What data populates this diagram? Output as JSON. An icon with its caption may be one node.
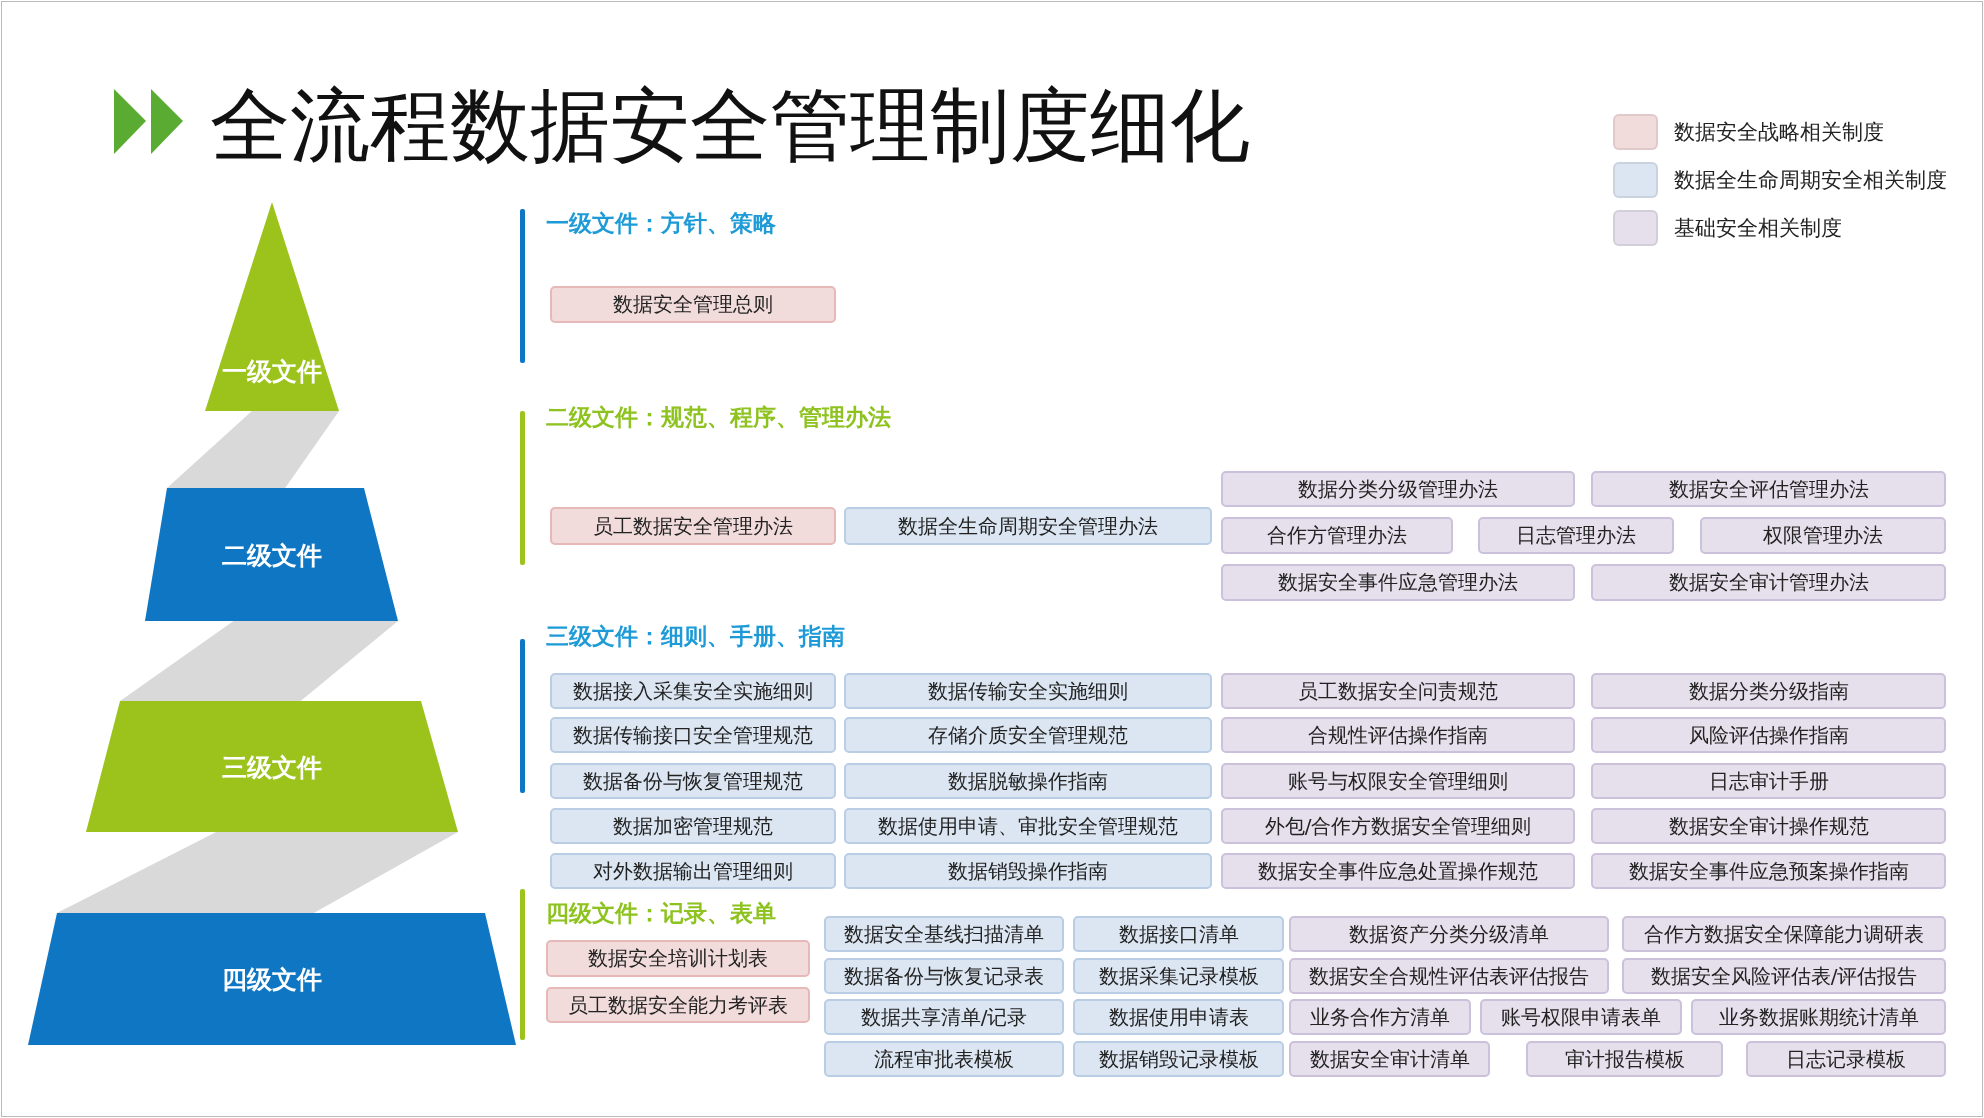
{
  "diagram": {
    "title": "全流程数据安全管理制度细化",
    "nodes": [
      {
        "text": [
          "一级文件"
        ]
      },
      {
        "text": [
          "二级文件"
        ]
      },
      {
        "text": [
          "三级文件"
        ]
      },
      {
        "text": [
          "四级文件"
        ]
      },
      {
        "text": [
          "数据安全管理总则"
        ]
      },
      {
        "text": [
          "员工数据安全管理办法"
        ]
      },
      {
        "text": [
          "数据全生命周期安全管理办法"
        ]
      },
      {
        "text": [
          "数据分类分级管理办法"
        ]
      },
      {
        "text": [
          "数据安全评估管理办法"
        ]
      },
      {
        "text": [
          "合作方管理办法"
        ]
      },
      {
        "text": [
          "日志管理办法"
        ]
      },
      {
        "text": [
          "权限管理办法"
        ]
      },
      {
        "text": [
          "数据安全事件应急管理办法"
        ]
      },
      {
        "text": [
          "数据安全审计管理办法"
        ]
      },
      {
        "text": [
          "数据接入采集安全实施细则"
        ]
      },
      {
        "text": [
          "数据传输安全实施细则"
        ]
      },
      {
        "text": [
          "员工数据安全问责规范"
        ]
      },
      {
        "text": [
          "数据分类分级指南"
        ]
      },
      {
        "text": [
          "数据传输接口安全管理规范"
        ]
      },
      {
        "text": [
          "存储介质安全管理规范"
        ]
      },
      {
        "text": [
          "合规性评估操作指南"
        ]
      },
      {
        "text": [
          "风险评估操作指南"
        ]
      },
      {
        "text": [
          "数据备份与恢复管理规范"
        ]
      },
      {
        "text": [
          "数据脱敏操作指南"
        ]
      },
      {
        "text": [
          "账号与权限安全管理细则"
        ]
      },
      {
        "text": [
          "日志审计手册"
        ]
      },
      {
        "text": [
          "数据加密管理规范"
        ]
      },
      {
        "text": [
          "数据使用申请、审批安全管理规范"
        ]
      },
      {
        "text": [
          "外包/合作方数据安全管理细则"
        ]
      },
      {
        "text": [
          "数据安全审计操作规范"
        ]
      },
      {
        "text": [
          "对外数据输出管理细则"
        ]
      },
      {
        "text": [
          "数据销毁操作指南"
        ]
      },
      {
        "text": [
          "数据安全事件应急处置操作规范"
        ]
      },
      {
        "text": [
          "数据安全事件应急预案操作指南"
        ]
      },
      {
        "text": [
          "数据安全培训计划表"
        ]
      },
      {
        "text": [
          "员工数据安全能力考评表"
        ]
      },
      {
        "text": [
          "数据安全基线扫描清单"
        ]
      },
      {
        "text": [
          "数据接口清单"
        ]
      },
      {
        "text": [
          "数据资产分类分级清单"
        ]
      },
      {
        "text": [
          "合作方数据安全保障能力调研表"
        ]
      },
      {
        "text": [
          "数据备份与恢复记录表"
        ]
      },
      {
        "text": [
          "数据采集记录模板"
        ]
      },
      {
        "text": [
          "数据安全合规性评估表评估报告"
        ]
      },
      {
        "text": [
          "数据安全风险评估表/评估报告"
        ]
      },
      {
        "text": [
          "数据共享清单/记录"
        ]
      },
      {
        "text": [
          "数据使用申请表"
        ]
      },
      {
        "text": [
          "业务合作方清单"
        ]
      },
      {
        "text": [
          "账号权限申请表单"
        ]
      },
      {
        "text": [
          "业务数据账期统计清单"
        ]
      },
      {
        "text": [
          "流程审批表模板"
        ]
      },
      {
        "text": [
          "数据销毁记录模板"
        ]
      },
      {
        "text": [
          "数据安全审计清单"
        ]
      },
      {
        "text": [
          "审计报告模板"
        ]
      },
      {
        "text": [
          "日志记录模板"
        ]
      }
    ],
    "edges": [],
    "labels": [
      "一级文件：方针、策略",
      "二级文件：规范、程序、管理办法",
      "三级文件：细则、手册、指南",
      "四级文件：记录、表单"
    ],
    "legend": [
      {
        "text": "数据安全战略相关制度",
        "color": "#f2dcdb"
      },
      {
        "text": "数据全生命周期安全相关制度",
        "color": "#dce6f2"
      },
      {
        "text": "基础安全相关制度",
        "color": "#e6e0ec"
      }
    ]
  }
}
